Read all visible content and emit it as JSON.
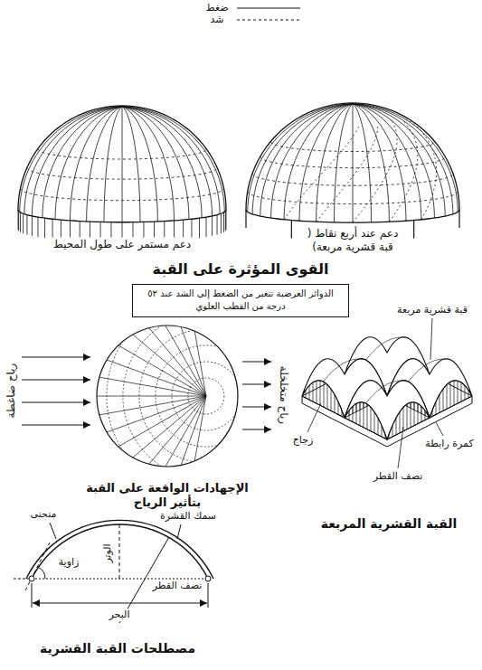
{
  "diagram": {
    "nodes": [
      {
        "text": [
          "الدوائر العرضية تتغير من الضغط إلى الشد عند ٥٢ درجة من القطب العلوي"
        ]
      }
    ],
    "labels": [
      "دعم مستمر على طول المحيط",
      "دعم عند أربع نقاط ( قبة قشرية مربعة)",
      "القوى المؤثرة على القبة",
      "رياح ضاغطة",
      "رياح متخلخلة",
      "الإجهادات الواقعة على القبة بتأثير الرياح",
      "قبة قشرية مربعة",
      "كمرة رابطة",
      "زجاج",
      "نصف القطر",
      "القبة القشرية المربعة",
      "منحنى",
      "سمك القشرة",
      "الوتر",
      "زاوية",
      "نصف القطر",
      "البحر",
      "مصطلحات القبة القشرية"
    ],
    "legend": [
      {
        "text": "ضغط"
      },
      {
        "text": "شد"
      }
    ]
  }
}
